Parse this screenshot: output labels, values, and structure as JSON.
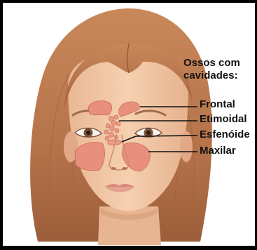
{
  "heading": {
    "line1": "Ossos com",
    "line2": "cavidades:"
  },
  "labels": {
    "frontal": "Frontal",
    "etimoidal": "Etimoidal",
    "esfenoide": "Esfenóide",
    "maxilar": "Maxilar"
  },
  "colors": {
    "frame": "#000000",
    "hair": "#b9754a",
    "skin": "#f3c9a6",
    "sinus": "#e98f7d",
    "leader_line": "#111111"
  }
}
